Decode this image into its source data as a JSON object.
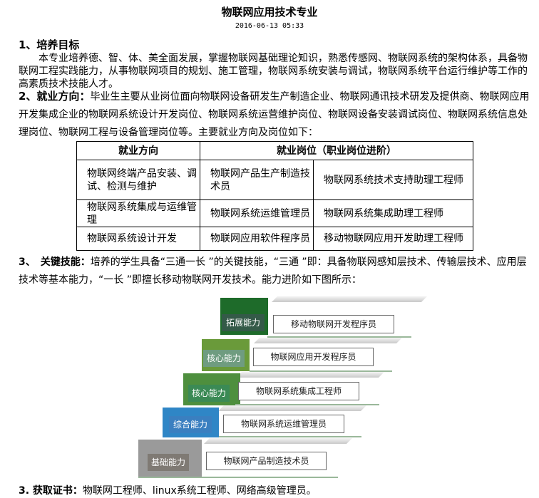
{
  "title": "物联网应用技术专业",
  "date": "2016-06-13 05:33",
  "section1": {
    "heading": "1、培养目标",
    "body": "　　本专业培养德、智、体、美全面发展，掌握物联网基础理论知识，熟悉传感网、物联网系统的架构体系，具备物联网工程实践能力，从事物联网项目的规划、施工管理，物联网系统安装与调试，物联网系统平台运行维护等工作的高素质技术技能人才。"
  },
  "section2": {
    "heading": "2、就业方向：",
    "body": "毕业生主要从业岗位面向物联网设备研发生产制造企业、物联网通讯技术研发及提供商、物联网应用开发集成企业的物联网系统设计开发岗位、物联网系统运营维护岗位、物联网设备安装调试岗位、物联网系统信息处理岗位、物联网工程与设备管理岗位等。主要就业方向及岗位如下："
  },
  "table": {
    "headers": [
      "就业方向",
      "就业岗位（职业岗位进阶）"
    ],
    "rows": [
      [
        "物联网终端产品安装、调试、检测与维护",
        "物联网产品生产制造技术员",
        "物联网系统技术支持助理工程师"
      ],
      [
        "物联网系统集成与运维管理",
        "物联网系统运维管理员",
        "物联网系统集成助理工程师"
      ],
      [
        "物联网系统设计开发",
        "物联网应用软件程序员",
        "移动物联网应用开发助理工程师"
      ]
    ]
  },
  "section3": {
    "heading": "3、　关键技能",
    "colon": "：",
    "body": "培养的学生具备“三通一长 ”的关键技能，“三通 ”即：具备物联网感知层技术、传输层技术、应用层技术等基本能力，“一长 ”即擅长移动物联网开发技术。能力进阶如下图所示："
  },
  "stairs": [
    {
      "tag": "拓展能力",
      "job": "移动物联网开发程序员",
      "color": "#1e6b2a"
    },
    {
      "tag": "核心能力",
      "job": "物联网应用开发程序员",
      "color": "#6a9a3a"
    },
    {
      "tag": "核心能力",
      "job": "物联网系统集成工程师",
      "color": "#3b8a55"
    },
    {
      "tag": "综合能力",
      "job": "物联网系统运维管理员",
      "color": "#2f86c6"
    },
    {
      "tag": "基础能力",
      "job": "物联网产品制造技术员",
      "color": "#9a9a9a"
    }
  ],
  "section4": {
    "heading": "3. 获取证书：",
    "body": "物联网工程师、linux系统工程师、网络高级管理员。"
  }
}
